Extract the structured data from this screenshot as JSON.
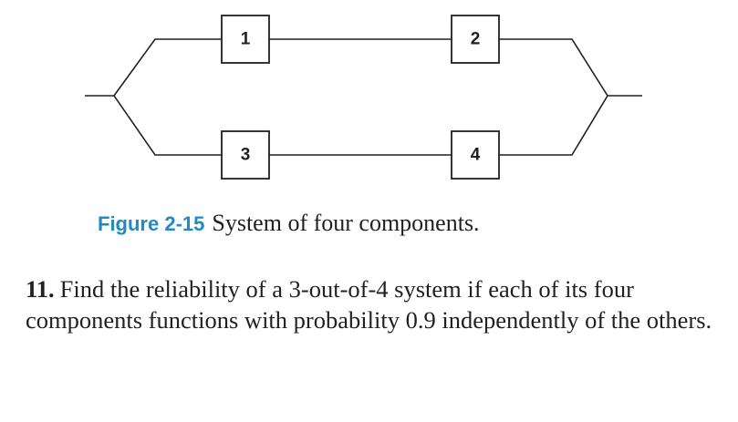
{
  "diagram": {
    "components": [
      {
        "id": "component-1",
        "label": "1"
      },
      {
        "id": "component-2",
        "label": "2"
      },
      {
        "id": "component-3",
        "label": "3"
      },
      {
        "id": "component-4",
        "label": "4"
      }
    ],
    "line_color": "#231f20"
  },
  "caption": {
    "label": "Figure 2-15",
    "text": "System of four components.",
    "label_color": "#1e8bc3"
  },
  "problem": {
    "number": "11.",
    "text": "Find the reliability of a 3-out-of-4 system if each of its four components functions with probability 0.9 independently of the others."
  }
}
